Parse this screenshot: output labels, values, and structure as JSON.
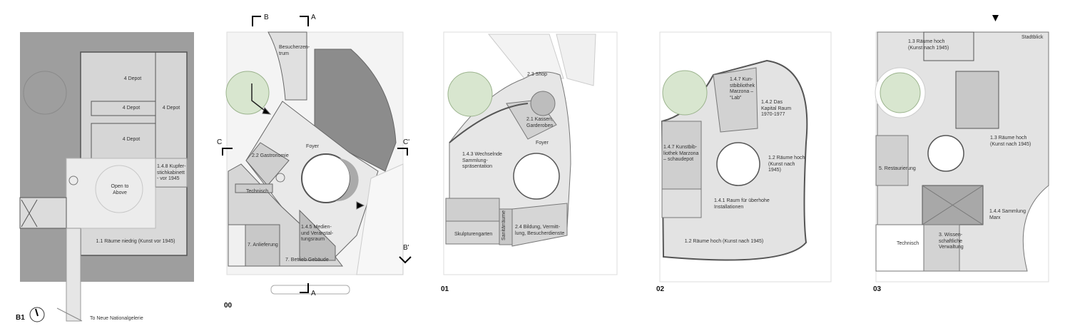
{
  "levels": {
    "b1": {
      "label": "B1",
      "rooms": [
        "4 Depot",
        "4 Depot",
        "4 Depot",
        "4 Depot",
        "1.4.8  Kupfer-\nstichkabinett\n- vor 1945",
        "Open to\nAbove",
        "1.1 Räume niedrig (Kunst vor 1945)"
      ],
      "link": "To Neue Nationalgelerie"
    },
    "l00": {
      "label": "00",
      "rooms": [
        "Besucherzen-\ntrum",
        "Foyer",
        "2.2 Gastronomie",
        "Technisch",
        "1.4.5 Medien-\nund Veranstal-\ntungsraum",
        "7. Anlieferung",
        "7. Betrieb Gebäude"
      ],
      "sections": [
        "B",
        "A",
        "C",
        "C'",
        "B'",
        "A"
      ]
    },
    "l01": {
      "label": "01",
      "rooms": [
        "2.3 Shop",
        "2.1 Kassen,\nGarderoben",
        "Foyer",
        "1.4.3 Wechselnde\nSammlung-\nspräsentation",
        "Skulpturengarten",
        "Sanitärräume",
        "2.4 Bildung, Vermitt-\nlung, Besucherdienste"
      ]
    },
    "l02": {
      "label": "02",
      "rooms": [
        "1.4.7 Kun-\nstbibliothek\nMarzona –\n“Lab”",
        "1.4.2 Das\nKapital Raum\n1970-1977",
        "1.4.7 Kunstbib-\nliothek Marzona\n– schaudepot",
        "1.2 Räume hoch\n(Kunst nach\n1945)",
        "1.4.1 Raum für überhohe\nInstallationen",
        "1.2 Räume hoch (Kunst nach 1945)"
      ]
    },
    "l03": {
      "label": "03",
      "rooms": [
        "1.3 Räume hoch\n(Kunst nach 1945)",
        "Stadtblick",
        "1.3 Räume hoch\n(Kunst nach 1945)",
        "5. Restaurierung",
        "1.4.4 Sammlung\nMarx",
        "Technisch",
        "3. Wissen-\nschaftliche\nVerwaltung"
      ]
    }
  },
  "colors": {
    "ground": "#9e9e9e",
    "room": "#d9d9d9",
    "light": "#ececec",
    "dark": "#8a8a8a",
    "green": "#d8e6cf",
    "wall": "#555555"
  }
}
